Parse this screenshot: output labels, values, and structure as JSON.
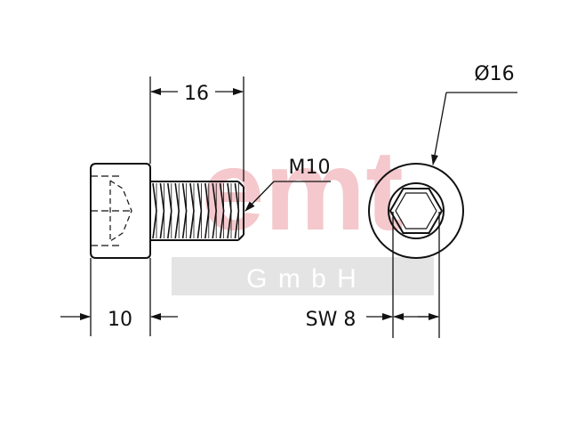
{
  "dimensions": {
    "length": "16",
    "thread": "M10",
    "head_height": "10",
    "head_diameter": "Ø16",
    "socket_size": "SW 8"
  },
  "watermark": {
    "brand": "emt",
    "company": "G m b H",
    "brand_color": "#f4c8cc",
    "band_color": "#e4e4e4"
  },
  "colors": {
    "line": "#111111",
    "background": "#ffffff"
  }
}
